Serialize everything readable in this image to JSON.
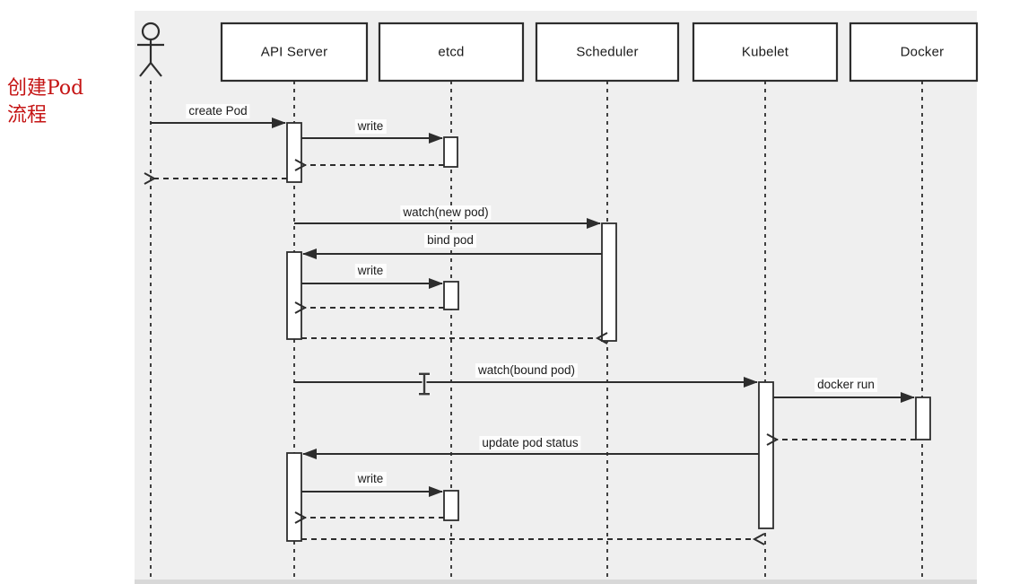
{
  "annotation": {
    "line1": "创建Pod",
    "line2": "流程"
  },
  "colors": {
    "annotation_red": "#c51414",
    "diagram_background": "#efefef",
    "diagram_bottom_edge": "#d8d8d8",
    "line_color": "#2d2d2d",
    "box_fill": "#ffffff"
  },
  "participants": [
    {
      "label": "API Server"
    },
    {
      "label": "etcd"
    },
    {
      "label": "Scheduler"
    },
    {
      "label": "Kubelet"
    },
    {
      "label": "Docker"
    }
  ],
  "messages": [
    {
      "label": "create Pod",
      "from": "actor",
      "to": "API Server",
      "style": "solid"
    },
    {
      "label": "write",
      "from": "API Server",
      "to": "etcd",
      "style": "solid"
    },
    {
      "label": "",
      "from": "etcd",
      "to": "API Server",
      "style": "dashed-return"
    },
    {
      "label": "",
      "from": "API Server",
      "to": "actor",
      "style": "dashed-return"
    },
    {
      "label": "watch(new pod)",
      "from": "API Server",
      "to": "Scheduler",
      "style": "solid"
    },
    {
      "label": "bind pod",
      "from": "Scheduler",
      "to": "API Server",
      "style": "solid"
    },
    {
      "label": "write",
      "from": "API Server",
      "to": "etcd",
      "style": "solid"
    },
    {
      "label": "",
      "from": "etcd",
      "to": "API Server",
      "style": "dashed-return"
    },
    {
      "label": "",
      "from": "API Server",
      "to": "Scheduler",
      "style": "dashed-return"
    },
    {
      "label": "watch(bound pod)",
      "from": "API Server",
      "to": "Kubelet",
      "style": "solid"
    },
    {
      "label": "docker run",
      "from": "Kubelet",
      "to": "Docker",
      "style": "solid"
    },
    {
      "label": "",
      "from": "Docker",
      "to": "Kubelet",
      "style": "dashed-return"
    },
    {
      "label": "update pod status",
      "from": "Kubelet",
      "to": "API Server",
      "style": "solid"
    },
    {
      "label": "write",
      "from": "API Server",
      "to": "etcd",
      "style": "solid"
    },
    {
      "label": "",
      "from": "etcd",
      "to": "API Server",
      "style": "dashed-return"
    },
    {
      "label": "",
      "from": "API Server",
      "to": "Kubelet",
      "style": "dashed-return"
    }
  ],
  "cursor": {
    "icon": "text-ibeam-cursor"
  }
}
